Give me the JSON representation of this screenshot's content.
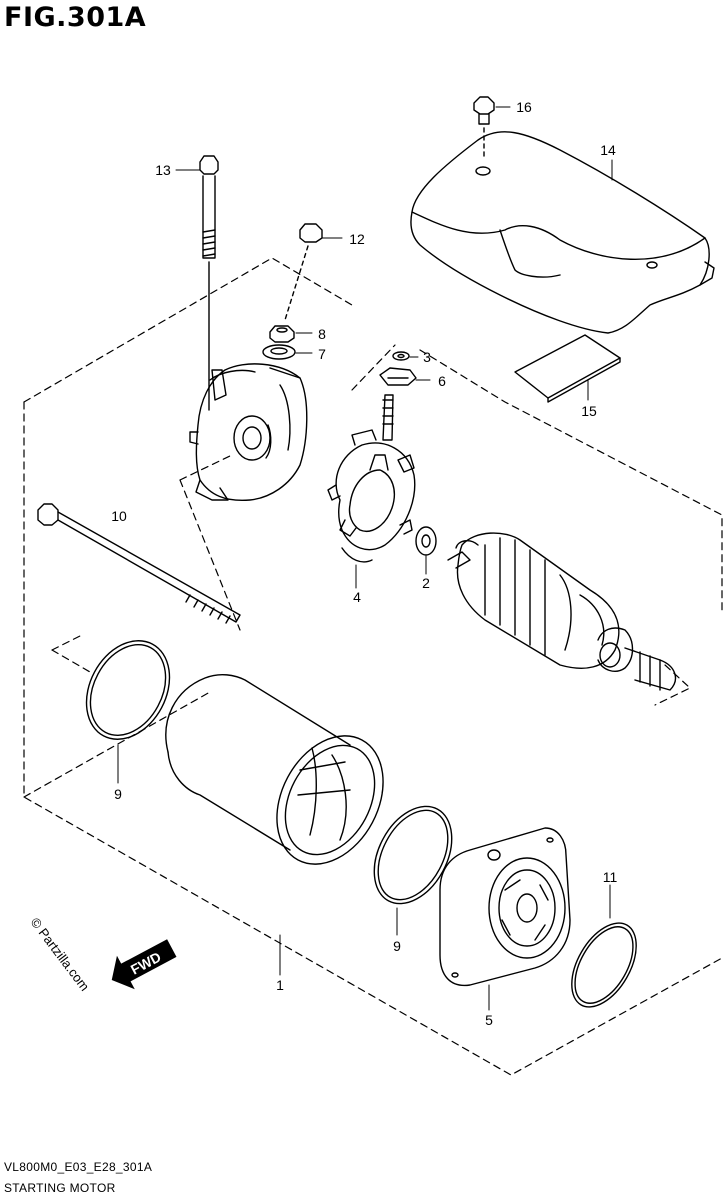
{
  "header": {
    "figure_title": "FIG.301A"
  },
  "footer": {
    "code": "VL800M0_E03_E28_301A",
    "caption": "STARTING MOTOR"
  },
  "watermark": {
    "text": "© Partzilla.com"
  },
  "fwd_badge": {
    "text": "FWD"
  },
  "callouts": {
    "p1": "1",
    "p2": "2",
    "p3": "3",
    "p4": "4",
    "p5": "5",
    "p6": "6",
    "p7": "7",
    "p8": "8",
    "p9a": "9",
    "p9b": "9",
    "p10": "10",
    "p11": "11",
    "p12": "12",
    "p13": "13",
    "p14": "14",
    "p15": "15",
    "p16": "16"
  }
}
